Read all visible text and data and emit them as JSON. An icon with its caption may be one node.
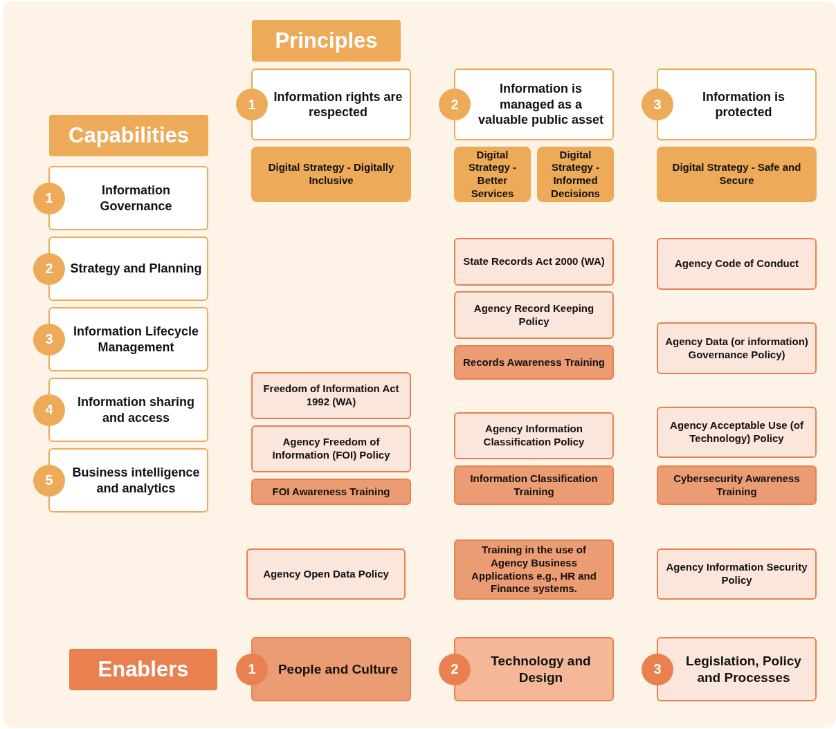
{
  "diagram": {
    "nodes": [
      {
        "text": [
          "Principles"
        ]
      },
      {
        "text": [
          "1",
          "Information rights are respected"
        ]
      },
      {
        "text": [
          "2",
          "Information is managed as a valuable public asset"
        ]
      },
      {
        "text": [
          "3",
          "Information is protected"
        ]
      },
      {
        "text": [
          "Digital Strategy - Digitally Inclusive"
        ]
      },
      {
        "text": [
          "Digital Strategy - Better Services"
        ]
      },
      {
        "text": [
          "Digital Strategy - Informed Decisions"
        ]
      },
      {
        "text": [
          "Digital Strategy - Safe and Secure"
        ]
      },
      {
        "text": [
          "Capabilities"
        ]
      },
      {
        "text": [
          "1",
          "Information Governance"
        ]
      },
      {
        "text": [
          "2",
          "Strategy and Planning"
        ]
      },
      {
        "text": [
          "3",
          "Information Lifecycle Management"
        ]
      },
      {
        "text": [
          "4",
          "Information sharing and access"
        ]
      },
      {
        "text": [
          "5",
          "Business intelligence and analytics"
        ]
      },
      {
        "text": [
          "State Records Act 2000 (WA)"
        ]
      },
      {
        "text": [
          "Agency Code of Conduct"
        ]
      },
      {
        "text": [
          "Agency Record Keeping Policy"
        ]
      },
      {
        "text": [
          "Records Awareness Training"
        ]
      },
      {
        "text": [
          "Agency Data (or information) Governance Policy)"
        ]
      },
      {
        "text": [
          "Freedom of Information Act 1992 (WA)"
        ]
      },
      {
        "text": [
          "Agency Information Classification Policy"
        ]
      },
      {
        "text": [
          "Agency Acceptable Use (of Technology) Policy"
        ]
      },
      {
        "text": [
          "Agency Freedom of Information (FOI) Policy"
        ]
      },
      {
        "text": [
          "FOI Awareness Training"
        ]
      },
      {
        "text": [
          "Information Classification Training"
        ]
      },
      {
        "text": [
          "Cybersecurity Awareness Training"
        ]
      },
      {
        "text": [
          "Agency Open Data Policy"
        ]
      },
      {
        "text": [
          "Training in the use of Agency Business Applications e.g., HR and Finance systems."
        ]
      },
      {
        "text": [
          "Agency Information Security Policy"
        ]
      },
      {
        "text": [
          "Enablers"
        ]
      },
      {
        "text": [
          "1",
          "People and Culture"
        ]
      },
      {
        "text": [
          "2",
          "Technology and Design"
        ]
      },
      {
        "text": [
          "3",
          "Legislation, Policy and Processes"
        ]
      }
    ]
  }
}
